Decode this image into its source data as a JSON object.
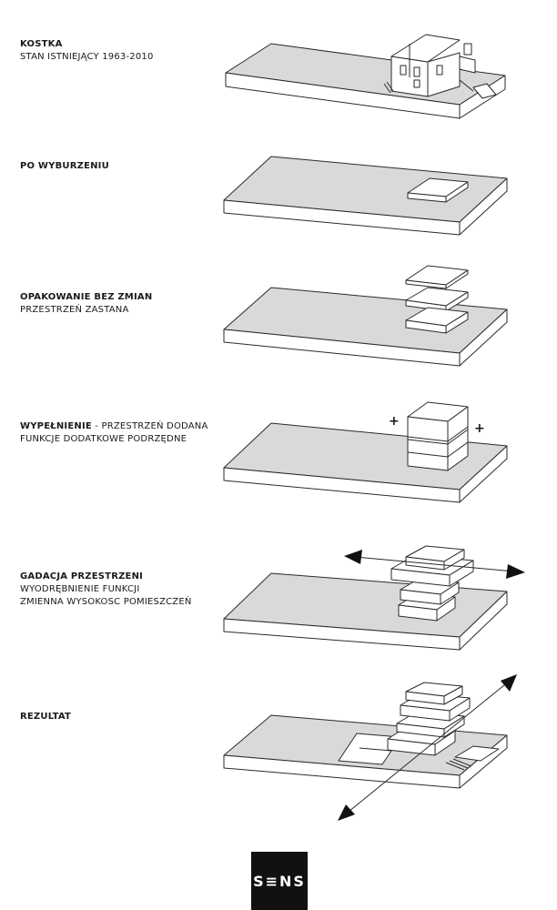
{
  "steps": [
    {
      "title": "KOSTKA",
      "subtitle": "STAN ISTNIEJĄCY 1963-2010"
    },
    {
      "title": "PO WYBURZENIU",
      "subtitle": ""
    },
    {
      "title": "OPAKOWANIE BEZ ZMIAN",
      "subtitle": "PRZESTRZEŃ ZASTANA"
    },
    {
      "title": "WYPEŁNIENIE",
      "title_suffix": " - PRZESTRZEŃ DODANA",
      "subtitle": "FUNKCJE DODATKOWE PODRZĘDNE"
    },
    {
      "title": "GADACJA PRZESTRZENI",
      "subtitle": "WYODRĘBNIENIE FUNKCJI",
      "subtitle2": "ZMIENNA WYSOKOSC POMIESZCZEŃ"
    },
    {
      "title": "REZULTAT",
      "subtitle": ""
    }
  ],
  "plus_sign": "+",
  "logo": "S≡NS",
  "colors": {
    "slab_top": "#d9d9d9",
    "stroke": "#2a2a2a",
    "box_top": "#ffffff"
  }
}
